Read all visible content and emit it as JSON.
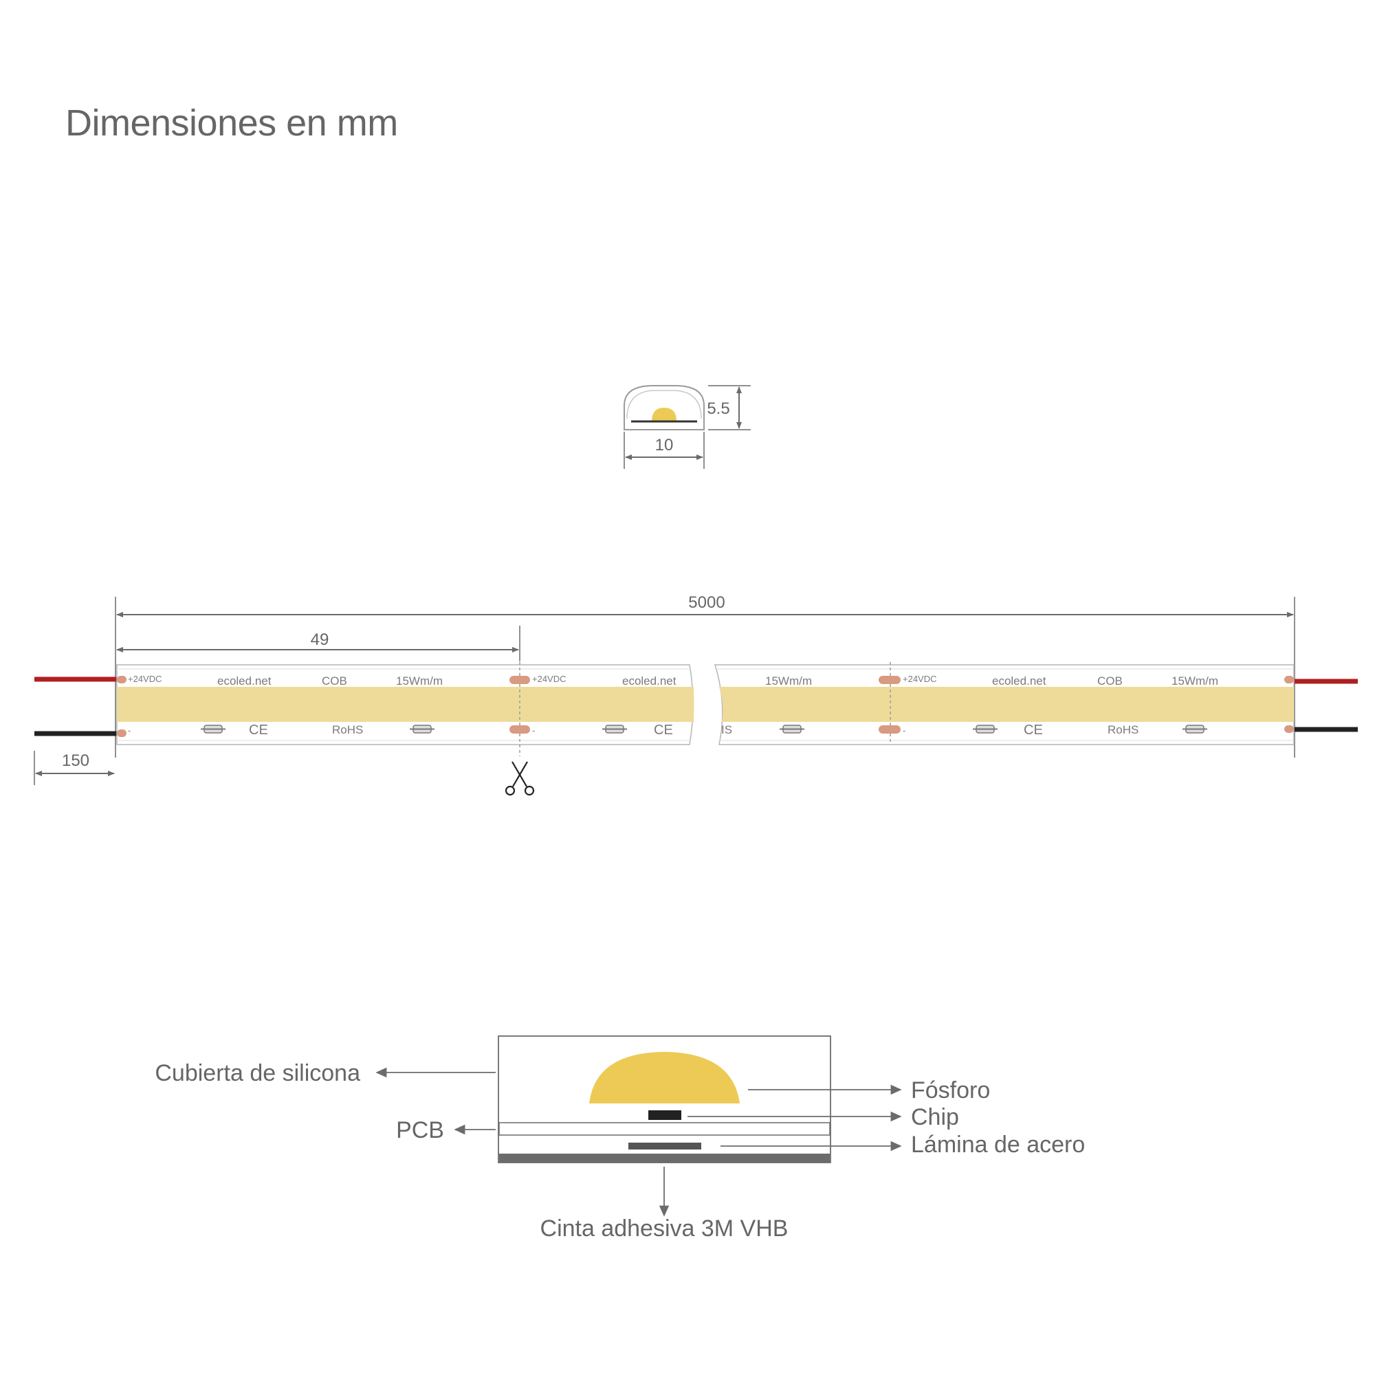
{
  "title": "Dimensiones en mm",
  "profile": {
    "width": "10",
    "height": "5.5"
  },
  "strip": {
    "total_length": "5000",
    "cut_interval": "49",
    "cable_length": "150",
    "print": {
      "voltage": "+24VDC",
      "brand": "ecoled.net",
      "type": "COB",
      "power": "15Wm/m",
      "minus": "-",
      "ce": "CE",
      "rohs": "RoHS",
      "rohs_partial": "IS"
    }
  },
  "layers": {
    "silicone": "Cubierta de silicona",
    "phosphor": "Fósforo",
    "chip": "Chip",
    "pcb": "PCB",
    "steel": "Lámina de acero",
    "tape": "Cinta adhesiva 3M VHB"
  },
  "colors": {
    "text": "#666666",
    "line": "#6b6b6b",
    "led": "#eedb9a",
    "phosphor": "#ecca55",
    "pad": "#d89a80",
    "wire_red": "#b01f1f",
    "wire_black": "#222222"
  }
}
